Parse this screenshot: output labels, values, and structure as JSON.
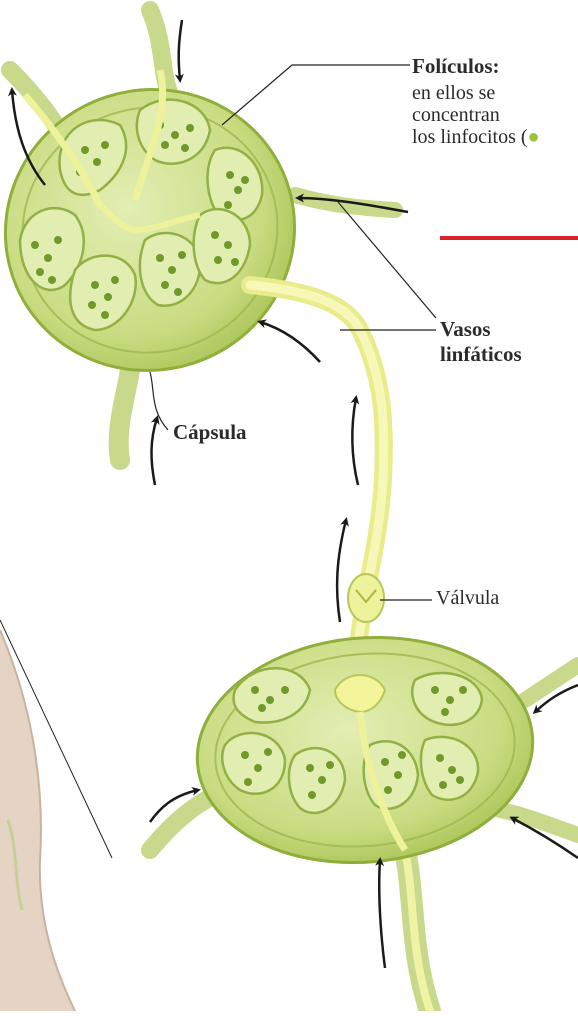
{
  "labels": {
    "foliculos_title": "Folículos:",
    "foliculos_line1": "en ellos se",
    "foliculos_line2": "concentran",
    "foliculos_line3": "los linfocitos (",
    "vasos_line1": "Vasos",
    "vasos_line2": "linfáticos",
    "capsula": "Cápsula",
    "valvula": "Válvula"
  },
  "colors": {
    "node_fill": "#cfe08f",
    "node_edge": "#8fae3a",
    "vessel": "#f4f59a",
    "lymphocyte": "#6f9a2a",
    "arrow": "#1a1a1a",
    "accent_line": "#d9232a",
    "skin": "#e5d3c4"
  }
}
